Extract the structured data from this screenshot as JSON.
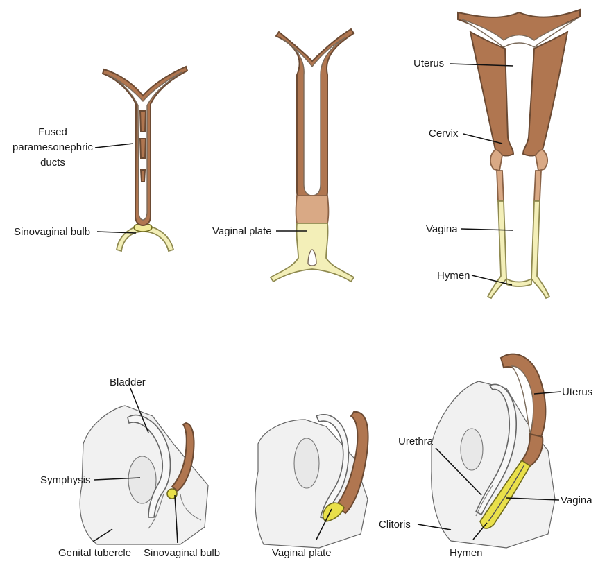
{
  "labels": {
    "fused_ducts_line1": "Fused",
    "fused_ducts_line2": "paramesonephric",
    "fused_ducts_line3": "ducts",
    "sinovaginal_bulb_top": "Sinovaginal bulb",
    "vaginal_plate_top": "Vaginal plate",
    "uterus_top": "Uterus",
    "cervix": "Cervix",
    "vagina_top": "Vagina",
    "hymen_top": "Hymen",
    "bladder": "Bladder",
    "symphysis": "Symphysis",
    "genital_tubercle": "Genital tubercle",
    "sinovaginal_bulb_bottom": "Sinovaginal bulb",
    "vaginal_plate_bottom": "Vaginal plate",
    "uterus_bottom": "Uterus",
    "urethra": "Urethra",
    "vagina_bottom": "Vagina",
    "clitoris": "Clitoris",
    "hymen_bottom": "Hymen"
  },
  "colors": {
    "muscular_wall": "#b07650",
    "sinus_tissue": "#f3efb8",
    "sinus_bright": "#e9e04a",
    "pelvic_tissue": "#f1f1f1"
  }
}
